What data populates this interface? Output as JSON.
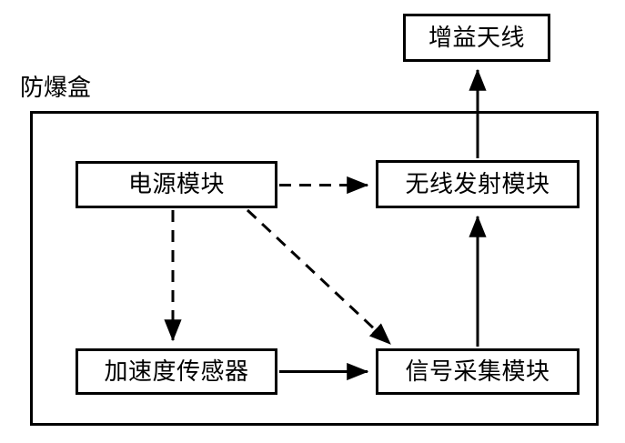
{
  "diagram": {
    "title": "",
    "enclosure": {
      "label": "防爆盒",
      "name": "explosion-proof-box"
    },
    "nodes": [
      {
        "id": "antenna",
        "label": "增益天线",
        "name": "gain-antenna"
      },
      {
        "id": "power",
        "label": "电源模块",
        "name": "power-module"
      },
      {
        "id": "wireless",
        "label": "无线发射模块",
        "name": "wireless-transmit-module"
      },
      {
        "id": "accel",
        "label": "加速度传感器",
        "name": "acceleration-sensor"
      },
      {
        "id": "signal",
        "label": "信号采集模块",
        "name": "signal-acquisition-module"
      }
    ],
    "connections": [
      {
        "from": "power",
        "to": "wireless",
        "style": "dashed",
        "direction": "right"
      },
      {
        "from": "power",
        "to": "accel",
        "style": "dashed",
        "direction": "down"
      },
      {
        "from": "power",
        "to": "signal",
        "style": "dashed",
        "direction": "diagonal-down-right"
      },
      {
        "from": "accel",
        "to": "signal",
        "style": "solid",
        "direction": "right"
      },
      {
        "from": "signal",
        "to": "wireless",
        "style": "solid",
        "direction": "up"
      },
      {
        "from": "wireless",
        "to": "antenna",
        "style": "solid",
        "direction": "up"
      }
    ],
    "colors": {
      "stroke": "#000000",
      "background": "#ffffff",
      "text": "#000000"
    }
  }
}
